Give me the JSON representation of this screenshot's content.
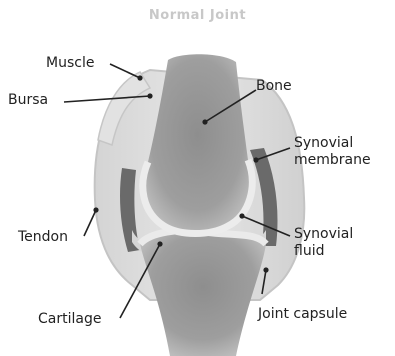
{
  "title": "Normal Joint",
  "labels": {
    "muscle": "Muscle",
    "bursa": "Bursa",
    "bone": "Bone",
    "synovial_membrane_line1": "Synovial",
    "synovial_membrane_line2": "membrane",
    "tendon": "Tendon",
    "synovial_fluid_line1": "Synovial",
    "synovial_fluid_line2": "fluid",
    "cartilage": "Cartilage",
    "joint_capsule": "Joint capsule"
  }
}
